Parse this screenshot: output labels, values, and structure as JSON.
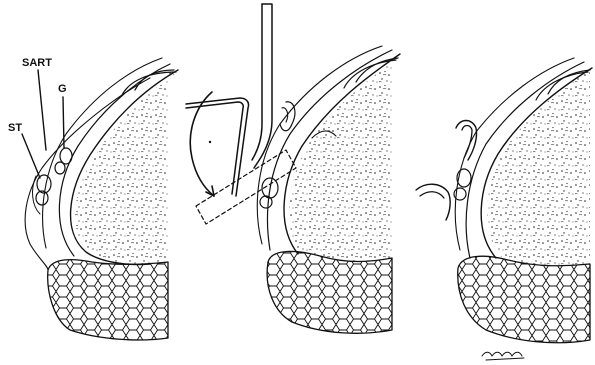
{
  "figure": {
    "labels": {
      "sart": "SART",
      "g": "G",
      "st": "ST"
    },
    "panels": [
      {
        "id": "panel-1",
        "description_visible": false
      },
      {
        "id": "panel-2",
        "description_visible": false
      },
      {
        "id": "panel-3",
        "description_visible": false
      }
    ],
    "colors": {
      "ink": "#111111",
      "background": "#ffffff"
    }
  }
}
